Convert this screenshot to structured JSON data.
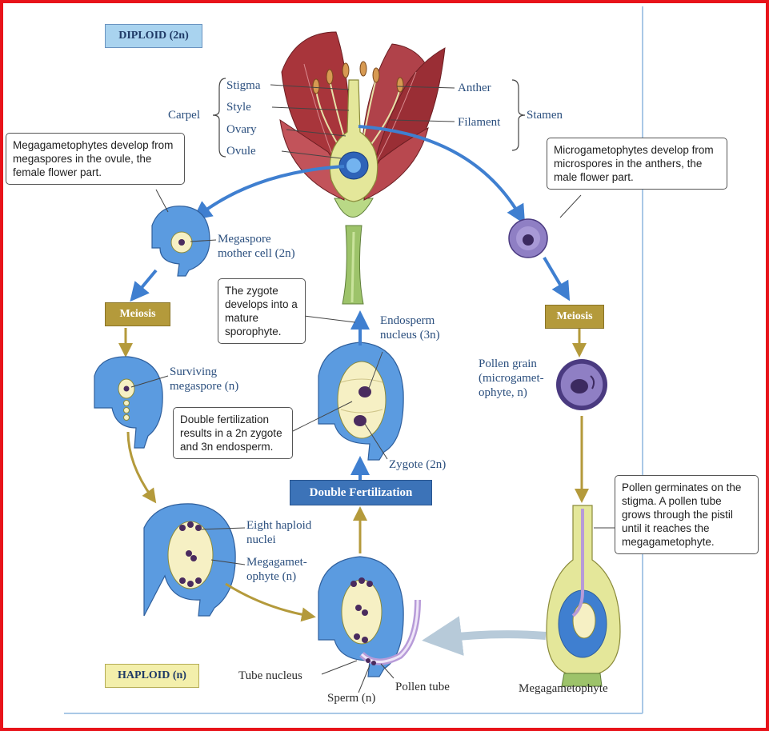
{
  "badges": {
    "diploid": "DIPLOID (2n)",
    "haploid": "HAPLOID (n)",
    "meiosis_left": "Meiosis",
    "meiosis_right": "Meiosis",
    "double_fertilization": "Double Fertilization"
  },
  "flower_labels": {
    "stigma": "Stigma",
    "style": "Style",
    "ovary": "Ovary",
    "ovule": "Ovule",
    "carpel": "Carpel",
    "anther": "Anther",
    "filament": "Filament",
    "stamen": "Stamen"
  },
  "callouts": {
    "megagametophytes": "Megagametophytes develop from megaspores in the ovule, the female flower part.",
    "microgametophytes": "Microgametophytes develop from microspores in the anthers, the male flower part.",
    "zygote_develops": "The zygote develops into a mature sporophyte.",
    "double_fertilization": "Double fertilization results in a 2n zygote and 3n endosperm.",
    "pollen_germinates": "Pollen germinates on the stigma. A pollen tube grows through the pistil until it reaches the megagametophyte."
  },
  "structure_labels": {
    "megaspore_mother_cell_line1": "Megaspore",
    "megaspore_mother_cell_line2": "mother cell (2n)",
    "surviving_megaspore_line1": "Surviving",
    "surviving_megaspore_line2": "megaspore (n)",
    "endosperm_line1": "Endosperm",
    "endosperm_line2": "nucleus (3n)",
    "zygote": "Zygote (2n)",
    "pollen_grain_line1": "Pollen grain",
    "pollen_grain_line2": "(microgamet-",
    "pollen_grain_line3": "ophyte, n)",
    "eight_haploid_line1": "Eight haploid",
    "eight_haploid_line2": "nuclei",
    "megagametophyte_n_line1": "Megagamet-",
    "megagametophyte_n_line2": "ophyte (n)",
    "tube_nucleus": "Tube nucleus",
    "sperm": "Sperm (n)",
    "pollen_tube": "Pollen tube",
    "megagametophyte": "Megagametophyte"
  },
  "colors": {
    "frame": "#e8131a",
    "ovule_blue": "#5b9be0",
    "arrow_blue": "#3f7fd0",
    "arrow_gold": "#b49a3b",
    "petal_red": "#a8353b",
    "pistil_yellow": "#e4e79a",
    "sac_cream": "#f6f0c4",
    "nucleus_purple": "#4a2b5e",
    "pollen_purple": "#8f7fc4"
  }
}
